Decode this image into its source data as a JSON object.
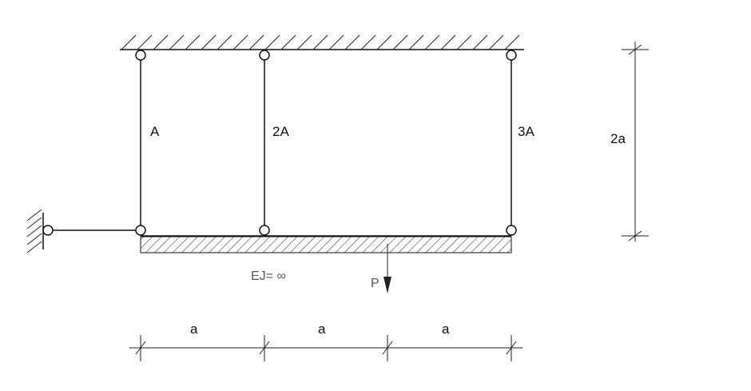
{
  "labels": {
    "bar_left_area": "A",
    "bar_mid_area": "2A",
    "bar_right_area": "3A",
    "height_dim": "2a",
    "span_1": "a",
    "span_2": "a",
    "span_3": "a",
    "beam_stiffness": "EJ= ∞",
    "load": "P"
  }
}
